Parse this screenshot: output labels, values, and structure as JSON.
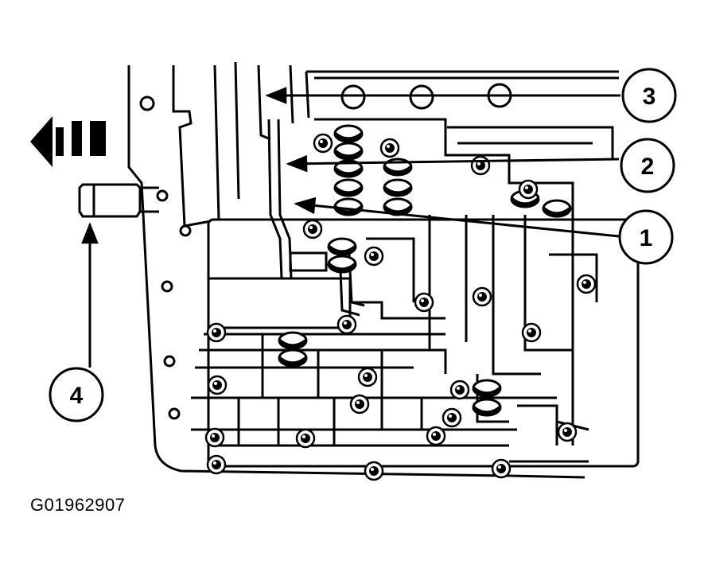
{
  "figure": {
    "id_label": "G01962907",
    "direction_arrow_icon": "arrow-left-icon",
    "callouts": [
      {
        "number": "1"
      },
      {
        "number": "2"
      },
      {
        "number": "3"
      },
      {
        "number": "4"
      }
    ],
    "colors": {
      "ink": "#000000",
      "paper": "#ffffff"
    }
  }
}
